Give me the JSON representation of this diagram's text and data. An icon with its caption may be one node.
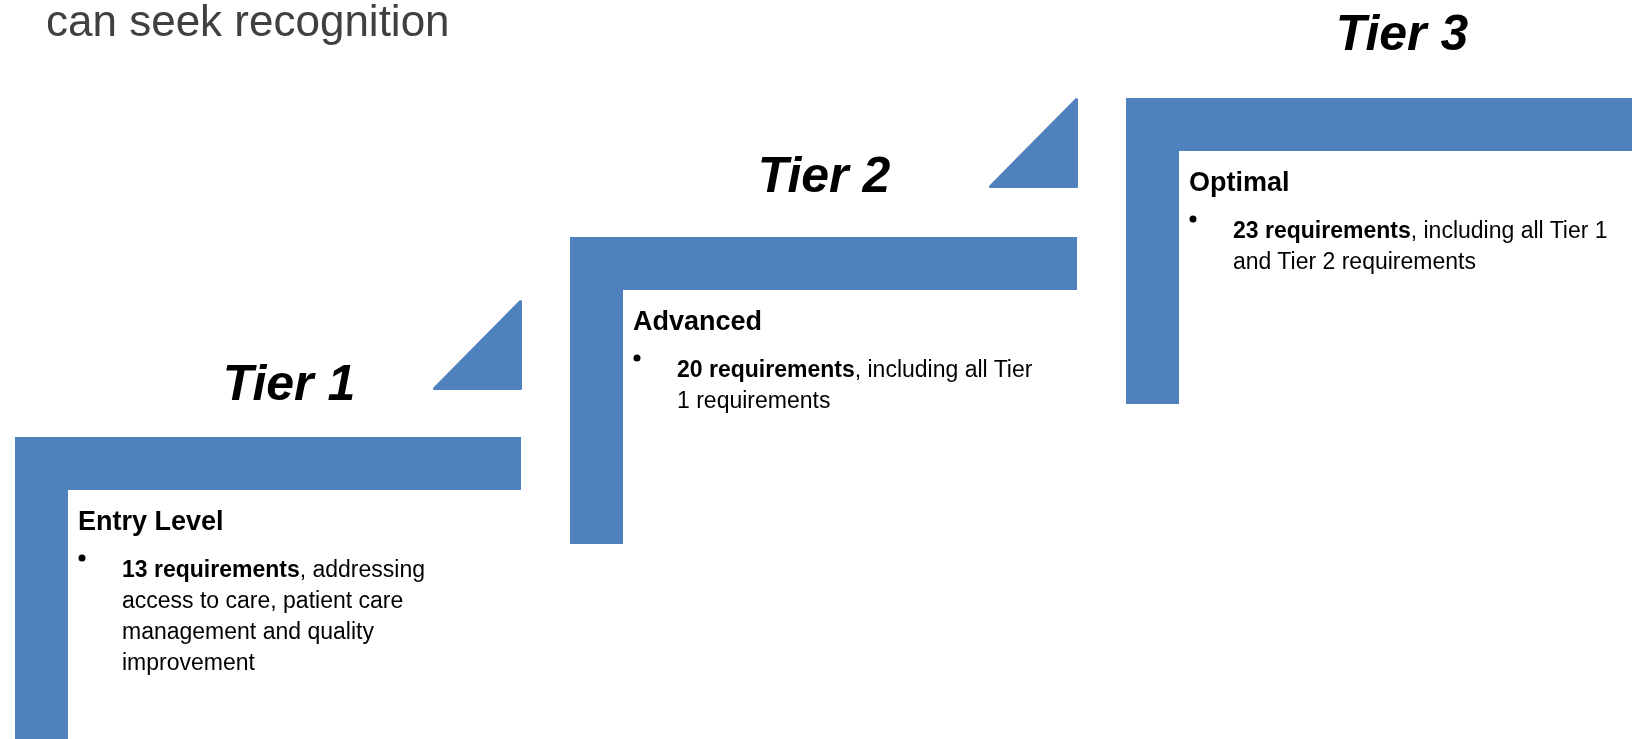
{
  "diagram": {
    "nodes": [
      {
        "text": [
          "Tier 1",
          "Entry Level",
          "**13 requirements**, addressing access to care, patient care management and quality improvement"
        ]
      },
      {
        "text": [
          "Tier 2",
          "Advanced",
          "**20 requirements**, including all Tier 1 requirements"
        ]
      },
      {
        "text": [
          "Tier 3",
          "Optimal",
          "**23 requirements**, including all Tier 1 and Tier 2 requirements"
        ]
      },
      {
        "text": [],
        "shape": "triangle"
      },
      {
        "text": [],
        "shape": "triangle"
      }
    ],
    "labels": [
      "can seek recognition"
    ]
  }
}
